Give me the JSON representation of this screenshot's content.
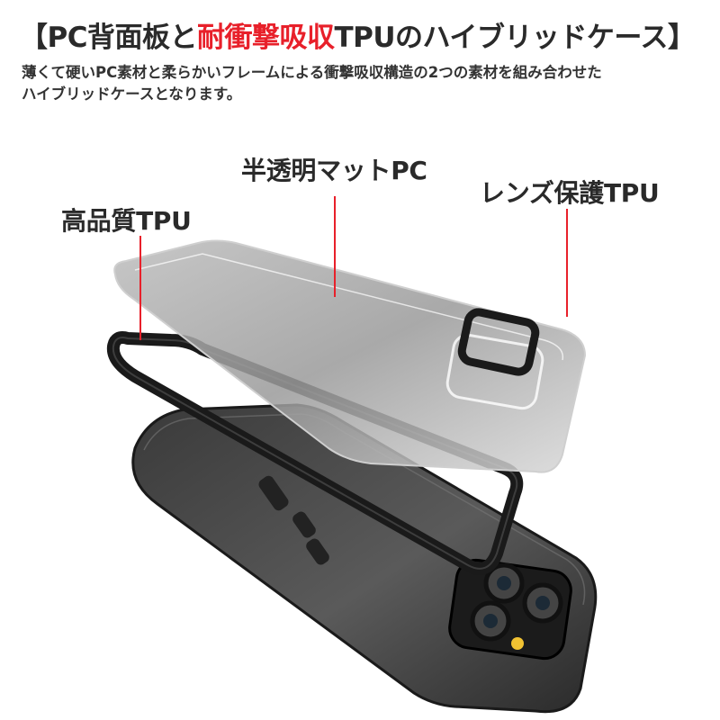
{
  "header": {
    "bracket_open": "【",
    "title_part1": "PC背面板と",
    "title_accent": "耐衝撃吸収",
    "title_part2": "TPUのハイブリッドケース",
    "bracket_close": "】",
    "accent_color": "#e8202a"
  },
  "description": {
    "line1": "薄くて硬いPC素材と柔らかいフレームによる衝撃吸収構造の2つの素材を組み合わせた",
    "line2": "ハイブリッドケースとなります。"
  },
  "callouts": {
    "matte_pc": "半透明マットPC",
    "lens_tpu": "レンズ保護TPU",
    "quality_tpu": "高品質TPU"
  }
}
